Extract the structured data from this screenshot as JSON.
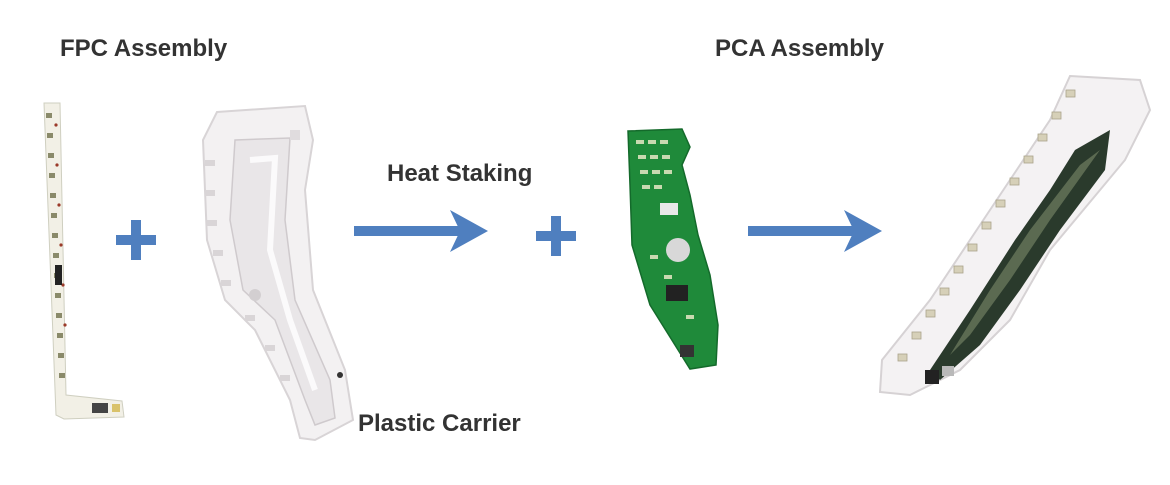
{
  "labels": {
    "fpc_assembly": "FPC Assembly",
    "pca_assembly": "PCA Assembly",
    "heat_staking": "Heat Staking",
    "plastic_carrier": "Plastic Carrier"
  },
  "colors": {
    "accent_blue": "#4f7fbf",
    "text": "#333333",
    "pcb_green": "#1f8a3a",
    "plastic_white": "#f3f1f2"
  },
  "icons": [
    "plus-icon",
    "arrow-right-icon"
  ]
}
